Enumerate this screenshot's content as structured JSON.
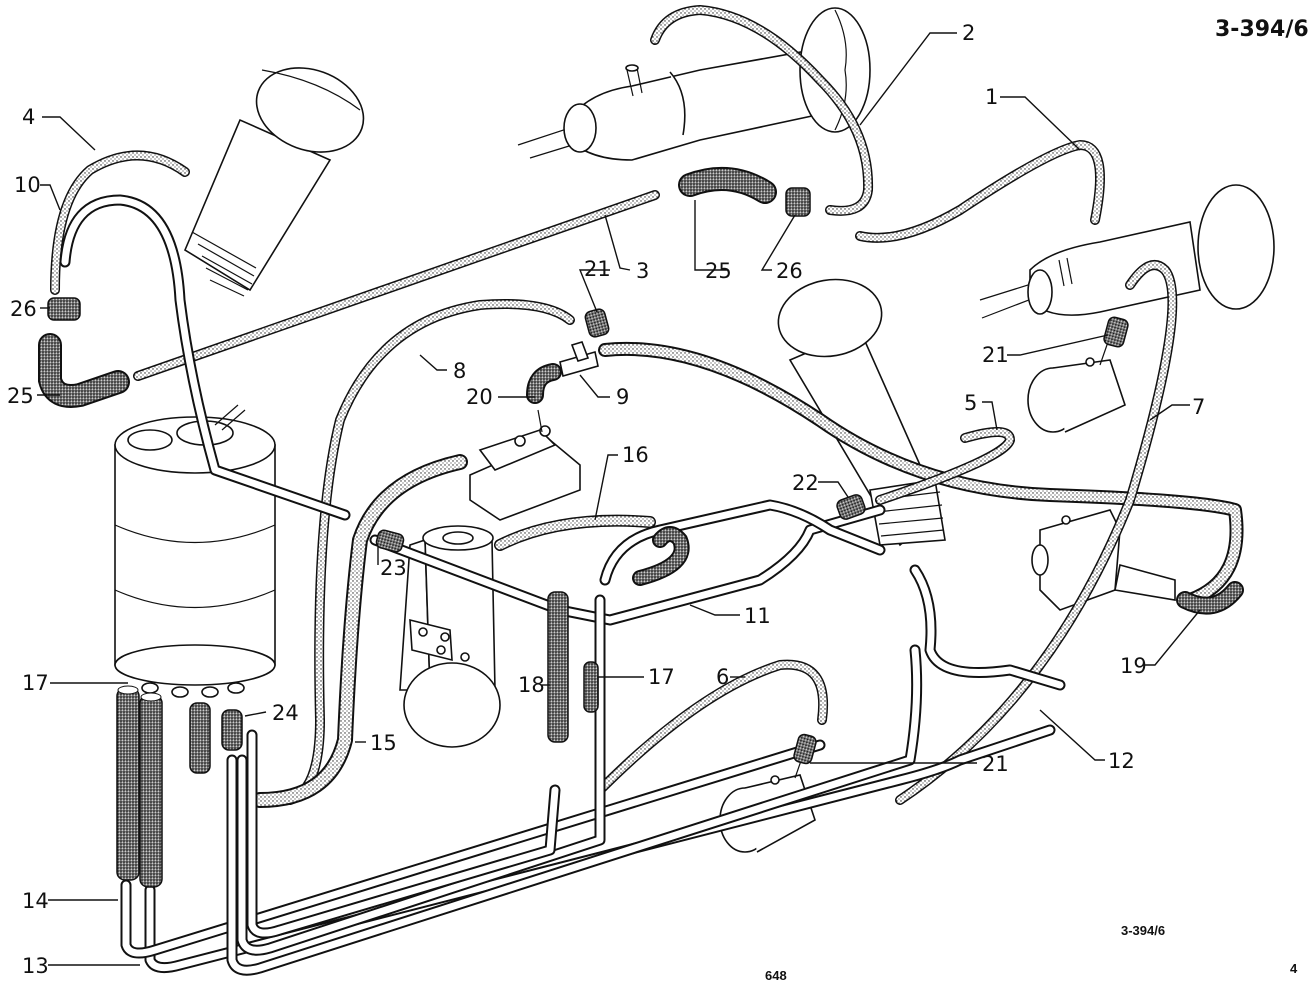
{
  "header": {
    "figure_id": "3-394/6"
  },
  "footer": {
    "figure_id": "3-394/6",
    "page_number": "648",
    "section_number": "4"
  },
  "diagram": {
    "subject": "Exploded view of power steering / hydraulic hose and pipe routing",
    "colors": {
      "ink": "#111111",
      "paper": "#ffffff",
      "hose_fill": "#8a8a8a",
      "hose_dark_fill": "#555555"
    },
    "callouts": [
      {
        "id": "c1",
        "number": "1"
      },
      {
        "id": "c2",
        "number": "2"
      },
      {
        "id": "c3",
        "number": "3"
      },
      {
        "id": "c4",
        "number": "4"
      },
      {
        "id": "c5",
        "number": "5"
      },
      {
        "id": "c6",
        "number": "6"
      },
      {
        "id": "c7",
        "number": "7"
      },
      {
        "id": "c8",
        "number": "8"
      },
      {
        "id": "c9",
        "number": "9"
      },
      {
        "id": "c10",
        "number": "10"
      },
      {
        "id": "c11",
        "number": "11"
      },
      {
        "id": "c12",
        "number": "12"
      },
      {
        "id": "c13",
        "number": "13"
      },
      {
        "id": "c14",
        "number": "14"
      },
      {
        "id": "c15",
        "number": "15"
      },
      {
        "id": "c16",
        "number": "16"
      },
      {
        "id": "c17a",
        "number": "17"
      },
      {
        "id": "c17b",
        "number": "17"
      },
      {
        "id": "c18",
        "number": "18"
      },
      {
        "id": "c19",
        "number": "19"
      },
      {
        "id": "c20",
        "number": "20"
      },
      {
        "id": "c21a",
        "number": "21"
      },
      {
        "id": "c21b",
        "number": "21"
      },
      {
        "id": "c21c",
        "number": "21"
      },
      {
        "id": "c22",
        "number": "22"
      },
      {
        "id": "c23",
        "number": "23"
      },
      {
        "id": "c24",
        "number": "24"
      },
      {
        "id": "c25a",
        "number": "25"
      },
      {
        "id": "c25b",
        "number": "25"
      },
      {
        "id": "c26a",
        "number": "26"
      },
      {
        "id": "c26b",
        "number": "26"
      }
    ]
  }
}
